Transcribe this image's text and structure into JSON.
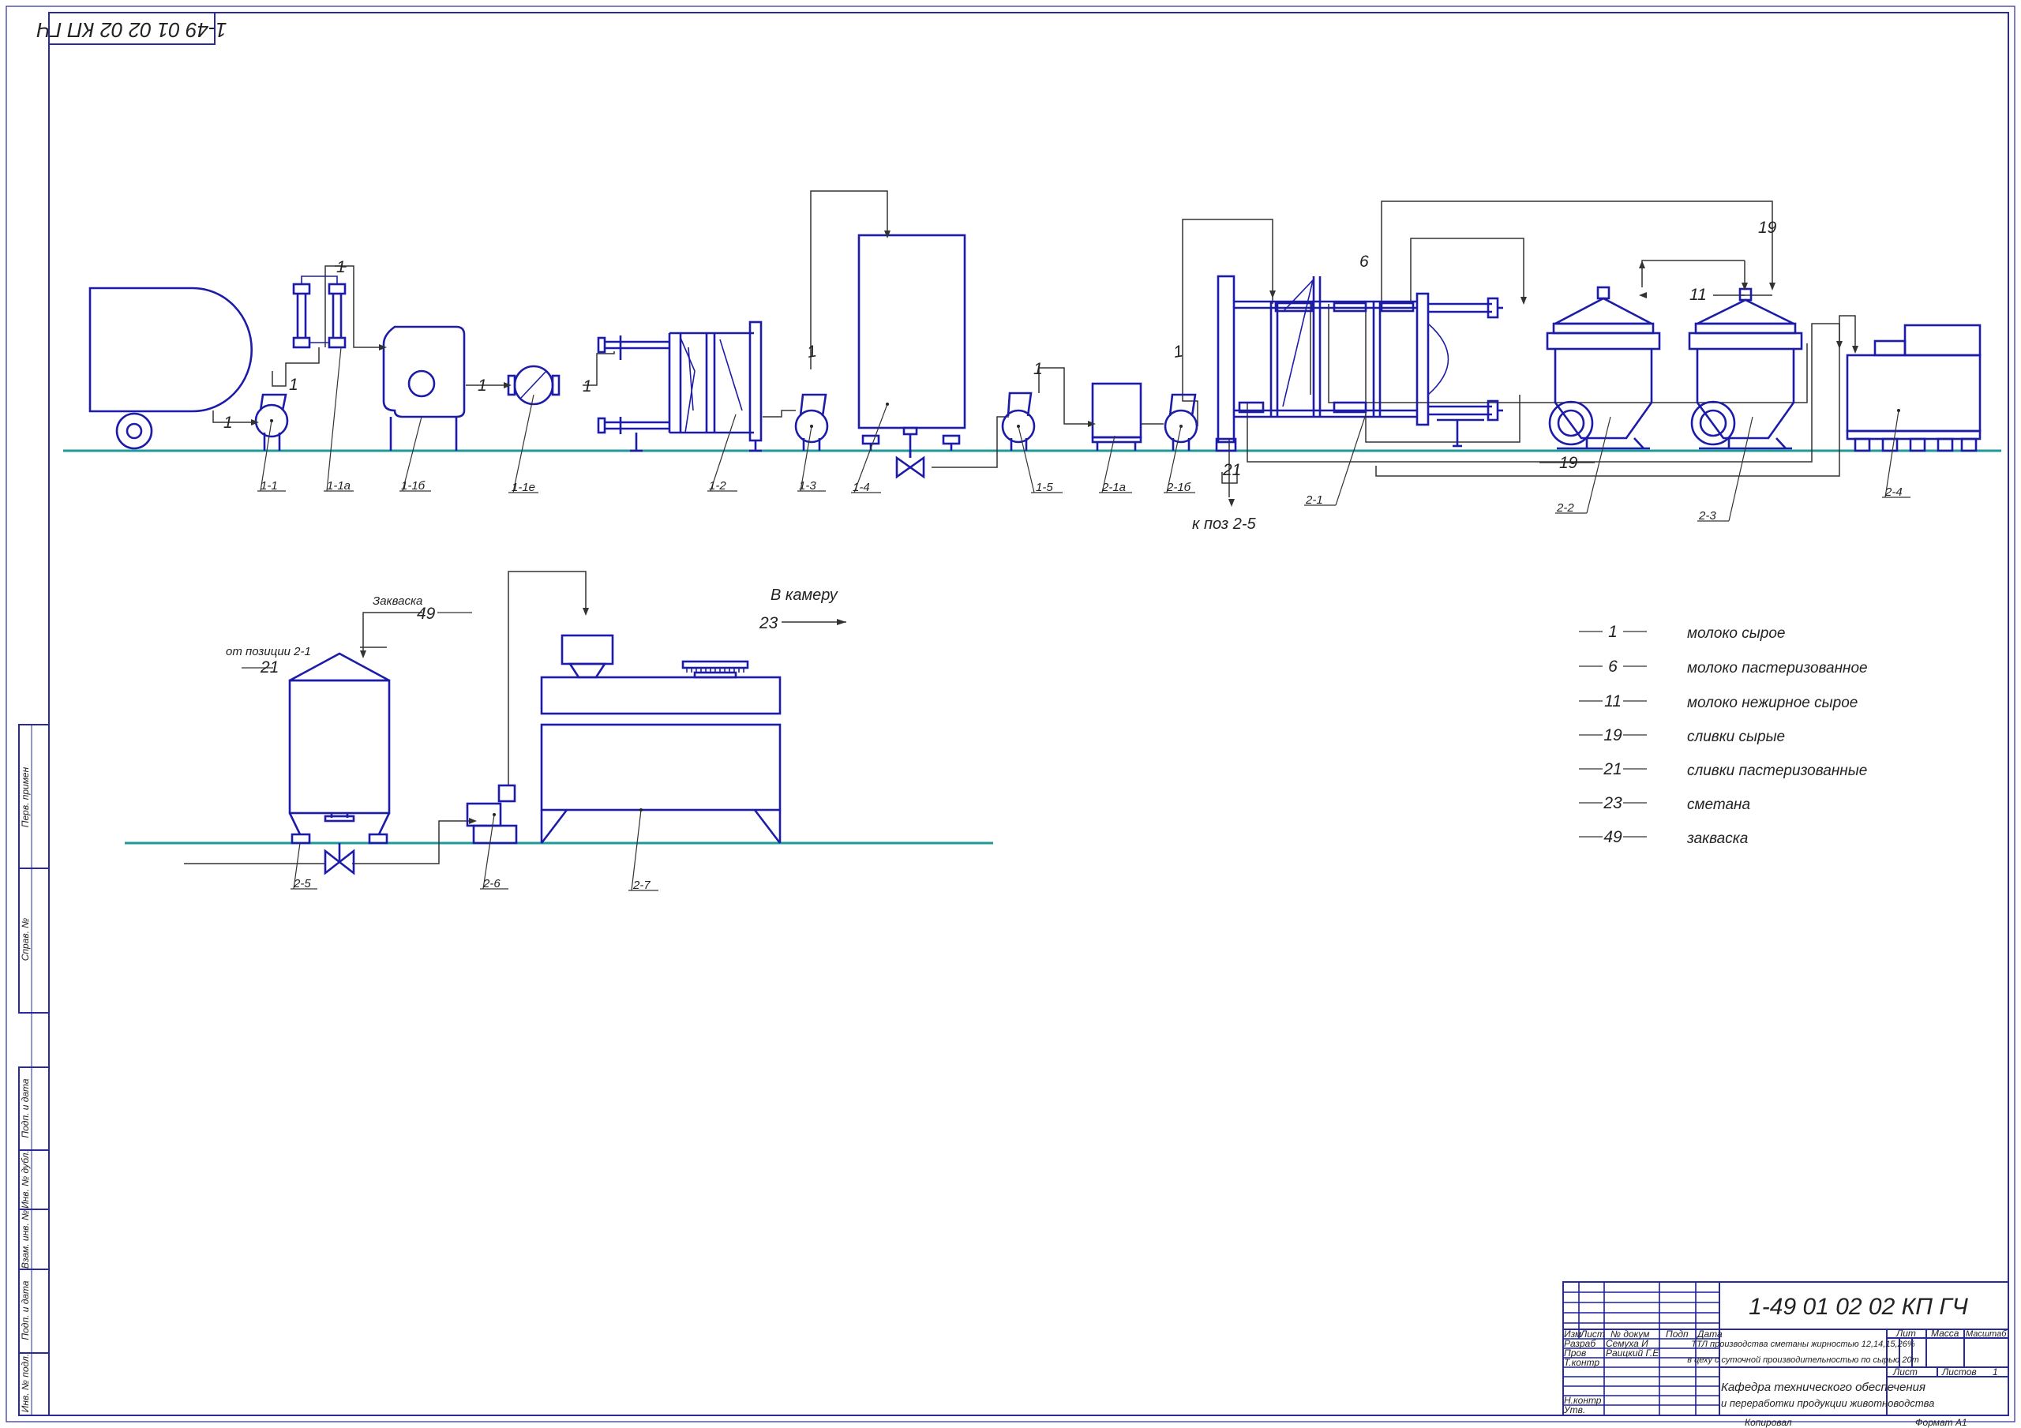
{
  "stamp": {
    "code": "1-49 01 02 02 КП ГЧ",
    "title_line1": "ТТЛ производства сметаны жирностью 12,14,15,26%",
    "title_line2": "в цеху с суточной производительностью по сырью 20т",
    "org_line1": "Кафедра технического обеспечения",
    "org_line2": "и переработки продукции животноводства",
    "col_izm": "Изм",
    "col_list": "Лист",
    "col_doc": "№ докум",
    "col_sign": "Подп",
    "col_date": "Дата",
    "row_razrab": "Разраб",
    "row_prov": "Пров",
    "row_tkontr": "Т.контр",
    "row_nkontr": "Н.контр",
    "row_utv": "Утв.",
    "razrab_name": "Семуха И",
    "prov_name": "Раицкий Г.Е",
    "lit": "Лит",
    "massa": "Масса",
    "masshtab": "Масштаб",
    "list_label": "Лист",
    "listov_label": "Листов",
    "listov_value": "1",
    "kopiroval": "Копировал",
    "format": "Формат А1"
  },
  "side_stamp": {
    "perv_primen": "Перв. примен",
    "sprav_no": "Справ. №",
    "podp_data_1": "Подп. и дата",
    "inv_dubl": "Инв. № дубл.",
    "vzam_inv": "Взам. инв. №",
    "podp_data_2": "Подп. и дата",
    "inv_podl": "Инв. № подл."
  },
  "labels": {
    "p1_1": "1-1",
    "p1_1a": "1-1а",
    "p1_1b": "1-1б",
    "p1_1e": "1-1е",
    "p1_2": "1-2",
    "p1_3": "1-3",
    "p1_4": "1-4",
    "p1_5": "1-5",
    "p2_1a": "2-1а",
    "p2_1b": "2-1б",
    "p2_1": "2-1",
    "p2_2": "2-2",
    "p2_3": "2-3",
    "p2_4": "2-4",
    "p2_5": "2-5",
    "p2_6": "2-6",
    "p2_7": "2-7"
  },
  "flows": {
    "n1": "1",
    "n6": "6",
    "n11": "11",
    "n19": "19",
    "n21": "21",
    "n23": "23",
    "n49": "49",
    "to_pos": "к поз 2-5",
    "to_chamber": "В камеру",
    "starter": "Закваска",
    "from_pos": "от позиции 2-1"
  },
  "legend": [
    {
      "code": "1",
      "text": "молоко сырое"
    },
    {
      "code": "6",
      "text": "молоко пастеризованное"
    },
    {
      "code": "11",
      "text": "молоко нежирное сырое"
    },
    {
      "code": "19",
      "text": "сливки сырые"
    },
    {
      "code": "21",
      "text": "сливки пастеризованные"
    },
    {
      "code": "23",
      "text": "сметана"
    },
    {
      "code": "49",
      "text": "закваска"
    }
  ],
  "colors": {
    "equipment": "#1c1ca8",
    "floor": "#1f9a9a",
    "pipe": "#333333"
  }
}
